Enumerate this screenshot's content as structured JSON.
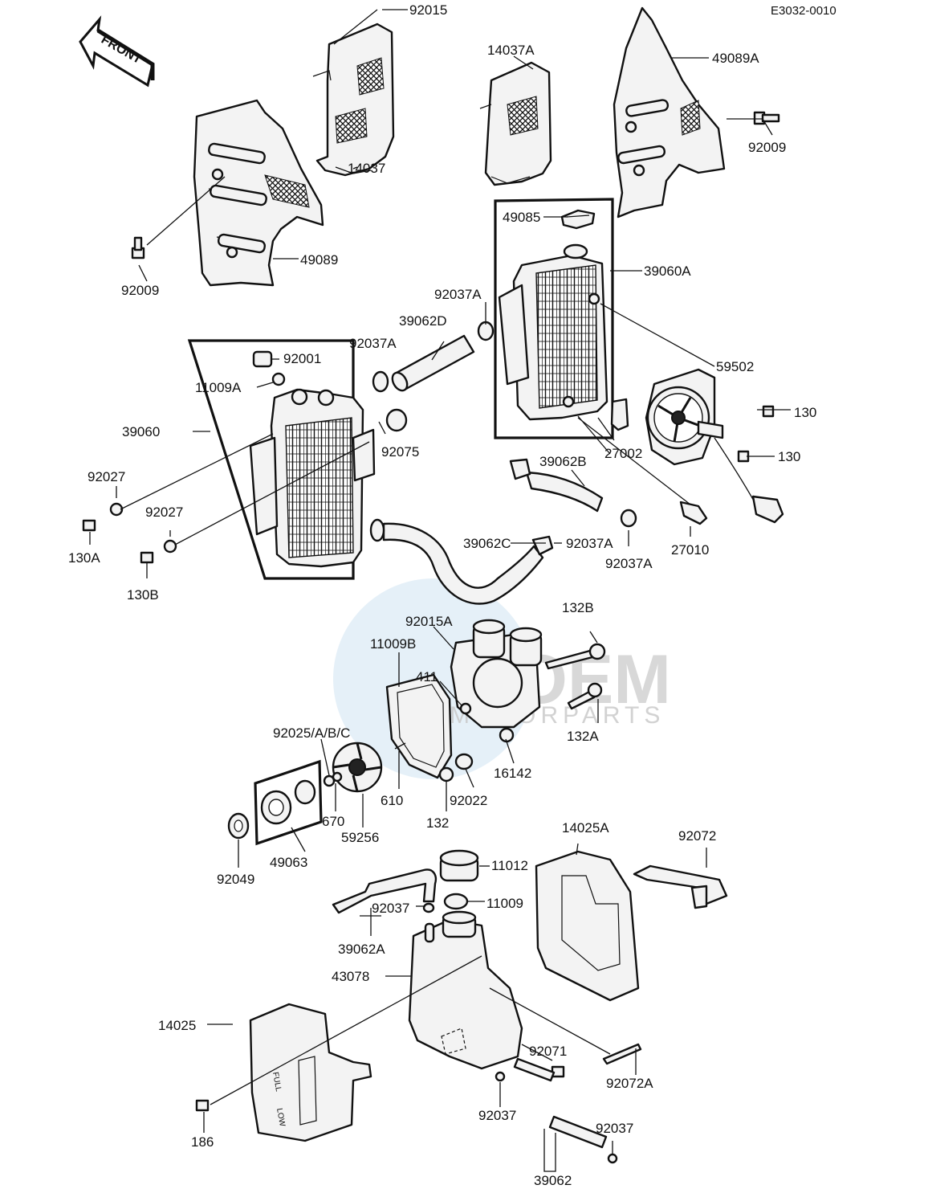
{
  "ref_code": "E3032-0010",
  "front_label": "FRONT",
  "watermark": {
    "brand": "OEM",
    "sub": "MOTORPARTS"
  },
  "callouts": [
    "92015",
    "14037A",
    "49089A",
    "92009",
    "14037",
    "49089",
    "92009",
    "49085",
    "39060A",
    "92037A",
    "39062D",
    "92037A",
    "92001",
    "11009A",
    "59502",
    "130",
    "130",
    "39060",
    "92075",
    "27002",
    "39062B",
    "92027",
    "92027",
    "130A",
    "130B",
    "39062C",
    "92037A",
    "92037A",
    "27010",
    "92015A",
    "132B",
    "11009B",
    "411",
    "132A",
    "92025/A/B/C",
    "16142",
    "610",
    "92022",
    "132",
    "670",
    "59256",
    "49063",
    "92049",
    "14025A",
    "92072",
    "11012",
    "11009",
    "92037",
    "39062A",
    "43078",
    "14025",
    "92071",
    "92072A",
    "186",
    "92037",
    "92037",
    "39062"
  ]
}
